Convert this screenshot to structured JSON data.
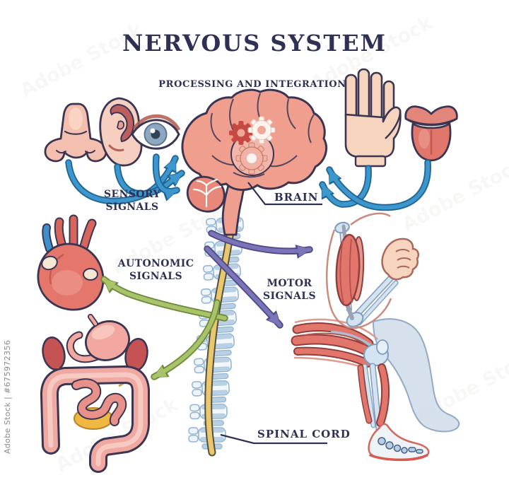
{
  "title": "NERVOUS SYSTEM",
  "subtitle": "PROCESSING AND INTEGRATION",
  "labels": {
    "sensory": "SENSORY\nSIGNALS",
    "autonomic": "AUTONOMIC\nSIGNALS",
    "motor": "MOTOR\nSIGNALS",
    "brain": "BRAIN",
    "spinal_cord": "SPINAL CORD"
  },
  "watermark": {
    "side_text": "Adobe Stock | #675972356",
    "pattern_text": "Adobe Stock"
  },
  "figures": [
    "nose",
    "ear",
    "eye",
    "hand",
    "tongue",
    "brain",
    "gears",
    "cerebellum",
    "brainstem",
    "heart",
    "stomach",
    "kidneys",
    "intestines",
    "spine",
    "spinal-cord",
    "arm",
    "leg",
    "ghost-leg"
  ],
  "colors": {
    "label_navy": "#2e3054",
    "outline_dark": "#3b3552",
    "sensory_blue": "#3d96cc",
    "sensory_blue_dark": "#1f6596",
    "autonomic_green": "#a9c36a",
    "autonomic_green_dark": "#6e8a3a",
    "motor_purple": "#7a74b8",
    "motor_purple_dark": "#4f4a85",
    "brain_pink": "#f09e8e",
    "muscle_red": "#e2766d",
    "bone_blue": "#d5e2ef",
    "vertebra_blue": "#b9cfe4",
    "cord_yellow": "#e9c76f",
    "skin": "#f7d4be",
    "watermark_gray": "#8a8a8a"
  }
}
